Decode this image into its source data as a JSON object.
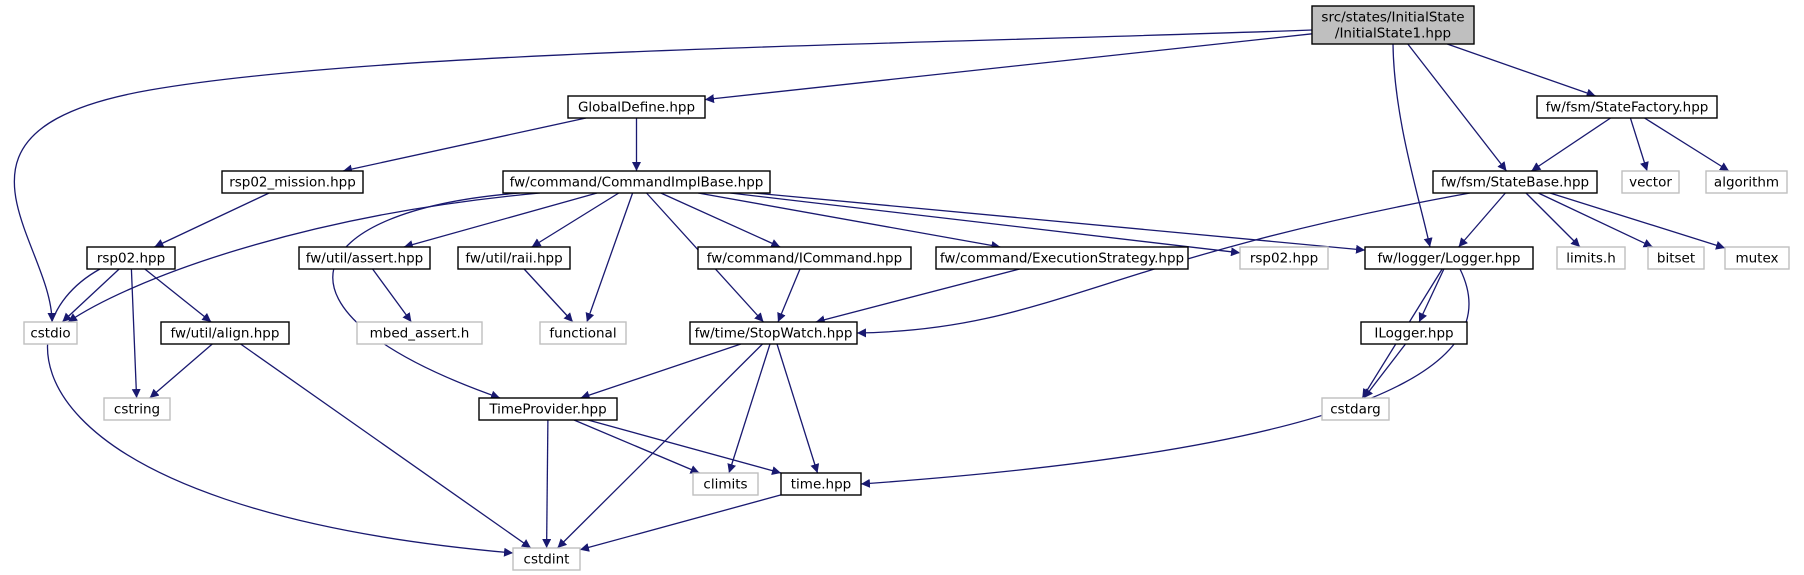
{
  "colors": {
    "edge": "#191970",
    "root_fill": "#bfbfbf",
    "documented_border": "#000000",
    "external_border": "#bfbfbf",
    "external_text": "#000000"
  },
  "graph": {
    "nodes": [
      {
        "id": "root",
        "lines": [
          "src/states/InitialState",
          "/InitialState1.hpp"
        ],
        "kind": "root"
      },
      {
        "id": "globaldefine",
        "lines": [
          "GlobalDefine.hpp"
        ],
        "kind": "documented"
      },
      {
        "id": "statefactory",
        "lines": [
          "fw/fsm/StateFactory.hpp"
        ],
        "kind": "documented"
      },
      {
        "id": "rsp02mission",
        "lines": [
          "rsp02_mission.hpp"
        ],
        "kind": "documented"
      },
      {
        "id": "commandimplbase",
        "lines": [
          "fw/command/CommandImplBase.hpp"
        ],
        "kind": "documented"
      },
      {
        "id": "statebase",
        "lines": [
          "fw/fsm/StateBase.hpp"
        ],
        "kind": "documented"
      },
      {
        "id": "vector",
        "lines": [
          "vector"
        ],
        "kind": "external"
      },
      {
        "id": "algorithm",
        "lines": [
          "algorithm"
        ],
        "kind": "external"
      },
      {
        "id": "rsp02",
        "lines": [
          "rsp02.hpp"
        ],
        "kind": "documented"
      },
      {
        "id": "assert",
        "lines": [
          "fw/util/assert.hpp"
        ],
        "kind": "documented"
      },
      {
        "id": "raii",
        "lines": [
          "fw/util/raii.hpp"
        ],
        "kind": "documented"
      },
      {
        "id": "icommand",
        "lines": [
          "fw/command/ICommand.hpp"
        ],
        "kind": "documented"
      },
      {
        "id": "execstrategy",
        "lines": [
          "fw/command/ExecutionStrategy.hpp"
        ],
        "kind": "documented"
      },
      {
        "id": "rsp02ext",
        "lines": [
          "rsp02.hpp"
        ],
        "kind": "external"
      },
      {
        "id": "logger",
        "lines": [
          "fw/logger/Logger.hpp"
        ],
        "kind": "documented"
      },
      {
        "id": "limits",
        "lines": [
          "limits.h"
        ],
        "kind": "external"
      },
      {
        "id": "bitset",
        "lines": [
          "bitset"
        ],
        "kind": "external"
      },
      {
        "id": "mutex",
        "lines": [
          "mutex"
        ],
        "kind": "external"
      },
      {
        "id": "cstdio",
        "lines": [
          "cstdio"
        ],
        "kind": "external"
      },
      {
        "id": "align",
        "lines": [
          "fw/util/align.hpp"
        ],
        "kind": "documented"
      },
      {
        "id": "mbedassert",
        "lines": [
          "mbed_assert.h"
        ],
        "kind": "external"
      },
      {
        "id": "functional",
        "lines": [
          "functional"
        ],
        "kind": "external"
      },
      {
        "id": "stopwatch",
        "lines": [
          "fw/time/StopWatch.hpp"
        ],
        "kind": "documented"
      },
      {
        "id": "ilogger",
        "lines": [
          "ILogger.hpp"
        ],
        "kind": "documented"
      },
      {
        "id": "cstring",
        "lines": [
          "cstring"
        ],
        "kind": "external"
      },
      {
        "id": "cstdarg",
        "lines": [
          "cstdarg"
        ],
        "kind": "external"
      },
      {
        "id": "timeprovider",
        "lines": [
          "TimeProvider.hpp"
        ],
        "kind": "documented"
      },
      {
        "id": "climits",
        "lines": [
          "climits"
        ],
        "kind": "external"
      },
      {
        "id": "timehpp",
        "lines": [
          "time.hpp"
        ],
        "kind": "documented"
      },
      {
        "id": "cstdint",
        "lines": [
          "cstdint"
        ],
        "kind": "external"
      }
    ],
    "edges": [
      [
        "root",
        "globaldefine"
      ],
      [
        "root",
        "cstdio"
      ],
      [
        "root",
        "logger"
      ],
      [
        "root",
        "statebase"
      ],
      [
        "root",
        "statefactory"
      ],
      [
        "globaldefine",
        "rsp02mission"
      ],
      [
        "globaldefine",
        "commandimplbase"
      ],
      [
        "rsp02mission",
        "rsp02"
      ],
      [
        "statefactory",
        "statebase"
      ],
      [
        "statefactory",
        "vector"
      ],
      [
        "statefactory",
        "algorithm"
      ],
      [
        "commandimplbase",
        "cstdio"
      ],
      [
        "commandimplbase",
        "timeprovider"
      ],
      [
        "commandimplbase",
        "assert"
      ],
      [
        "commandimplbase",
        "raii"
      ],
      [
        "commandimplbase",
        "functional"
      ],
      [
        "commandimplbase",
        "stopwatch"
      ],
      [
        "commandimplbase",
        "icommand"
      ],
      [
        "commandimplbase",
        "execstrategy"
      ],
      [
        "commandimplbase",
        "rsp02ext"
      ],
      [
        "commandimplbase",
        "logger"
      ],
      [
        "statebase",
        "stopwatch"
      ],
      [
        "statebase",
        "logger"
      ],
      [
        "statebase",
        "limits"
      ],
      [
        "statebase",
        "bitset"
      ],
      [
        "statebase",
        "mutex"
      ],
      [
        "rsp02",
        "cstdio"
      ],
      [
        "rsp02",
        "cstring"
      ],
      [
        "rsp02",
        "align"
      ],
      [
        "rsp02",
        "cstdint"
      ],
      [
        "assert",
        "mbedassert"
      ],
      [
        "raii",
        "functional"
      ],
      [
        "icommand",
        "stopwatch"
      ],
      [
        "execstrategy",
        "stopwatch"
      ],
      [
        "logger",
        "ilogger"
      ],
      [
        "logger",
        "cstdarg"
      ],
      [
        "logger",
        "timehpp"
      ],
      [
        "align",
        "cstring"
      ],
      [
        "align",
        "cstdint"
      ],
      [
        "stopwatch",
        "timeprovider"
      ],
      [
        "stopwatch",
        "climits"
      ],
      [
        "stopwatch",
        "timehpp"
      ],
      [
        "stopwatch",
        "cstdint"
      ],
      [
        "ilogger",
        "cstdarg"
      ],
      [
        "timeprovider",
        "climits"
      ],
      [
        "timeprovider",
        "timehpp"
      ],
      [
        "timeprovider",
        "cstdint"
      ],
      [
        "timehpp",
        "cstdint"
      ]
    ]
  }
}
